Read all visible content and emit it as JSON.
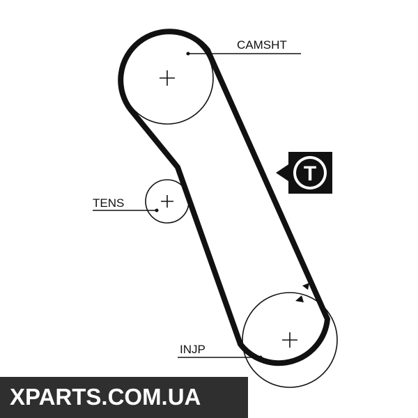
{
  "labels": {
    "camshaft": "CAMSHT",
    "tensioner": "TENS",
    "injection_pump": "INJP",
    "tensioner_symbol": "T"
  },
  "watermark": {
    "text": "XPARTS.COM.UA"
  },
  "colors": {
    "line": "#111111",
    "background": "#ffffff",
    "watermark_bg": "#2f2f2f",
    "watermark_text": "#ffffff"
  }
}
